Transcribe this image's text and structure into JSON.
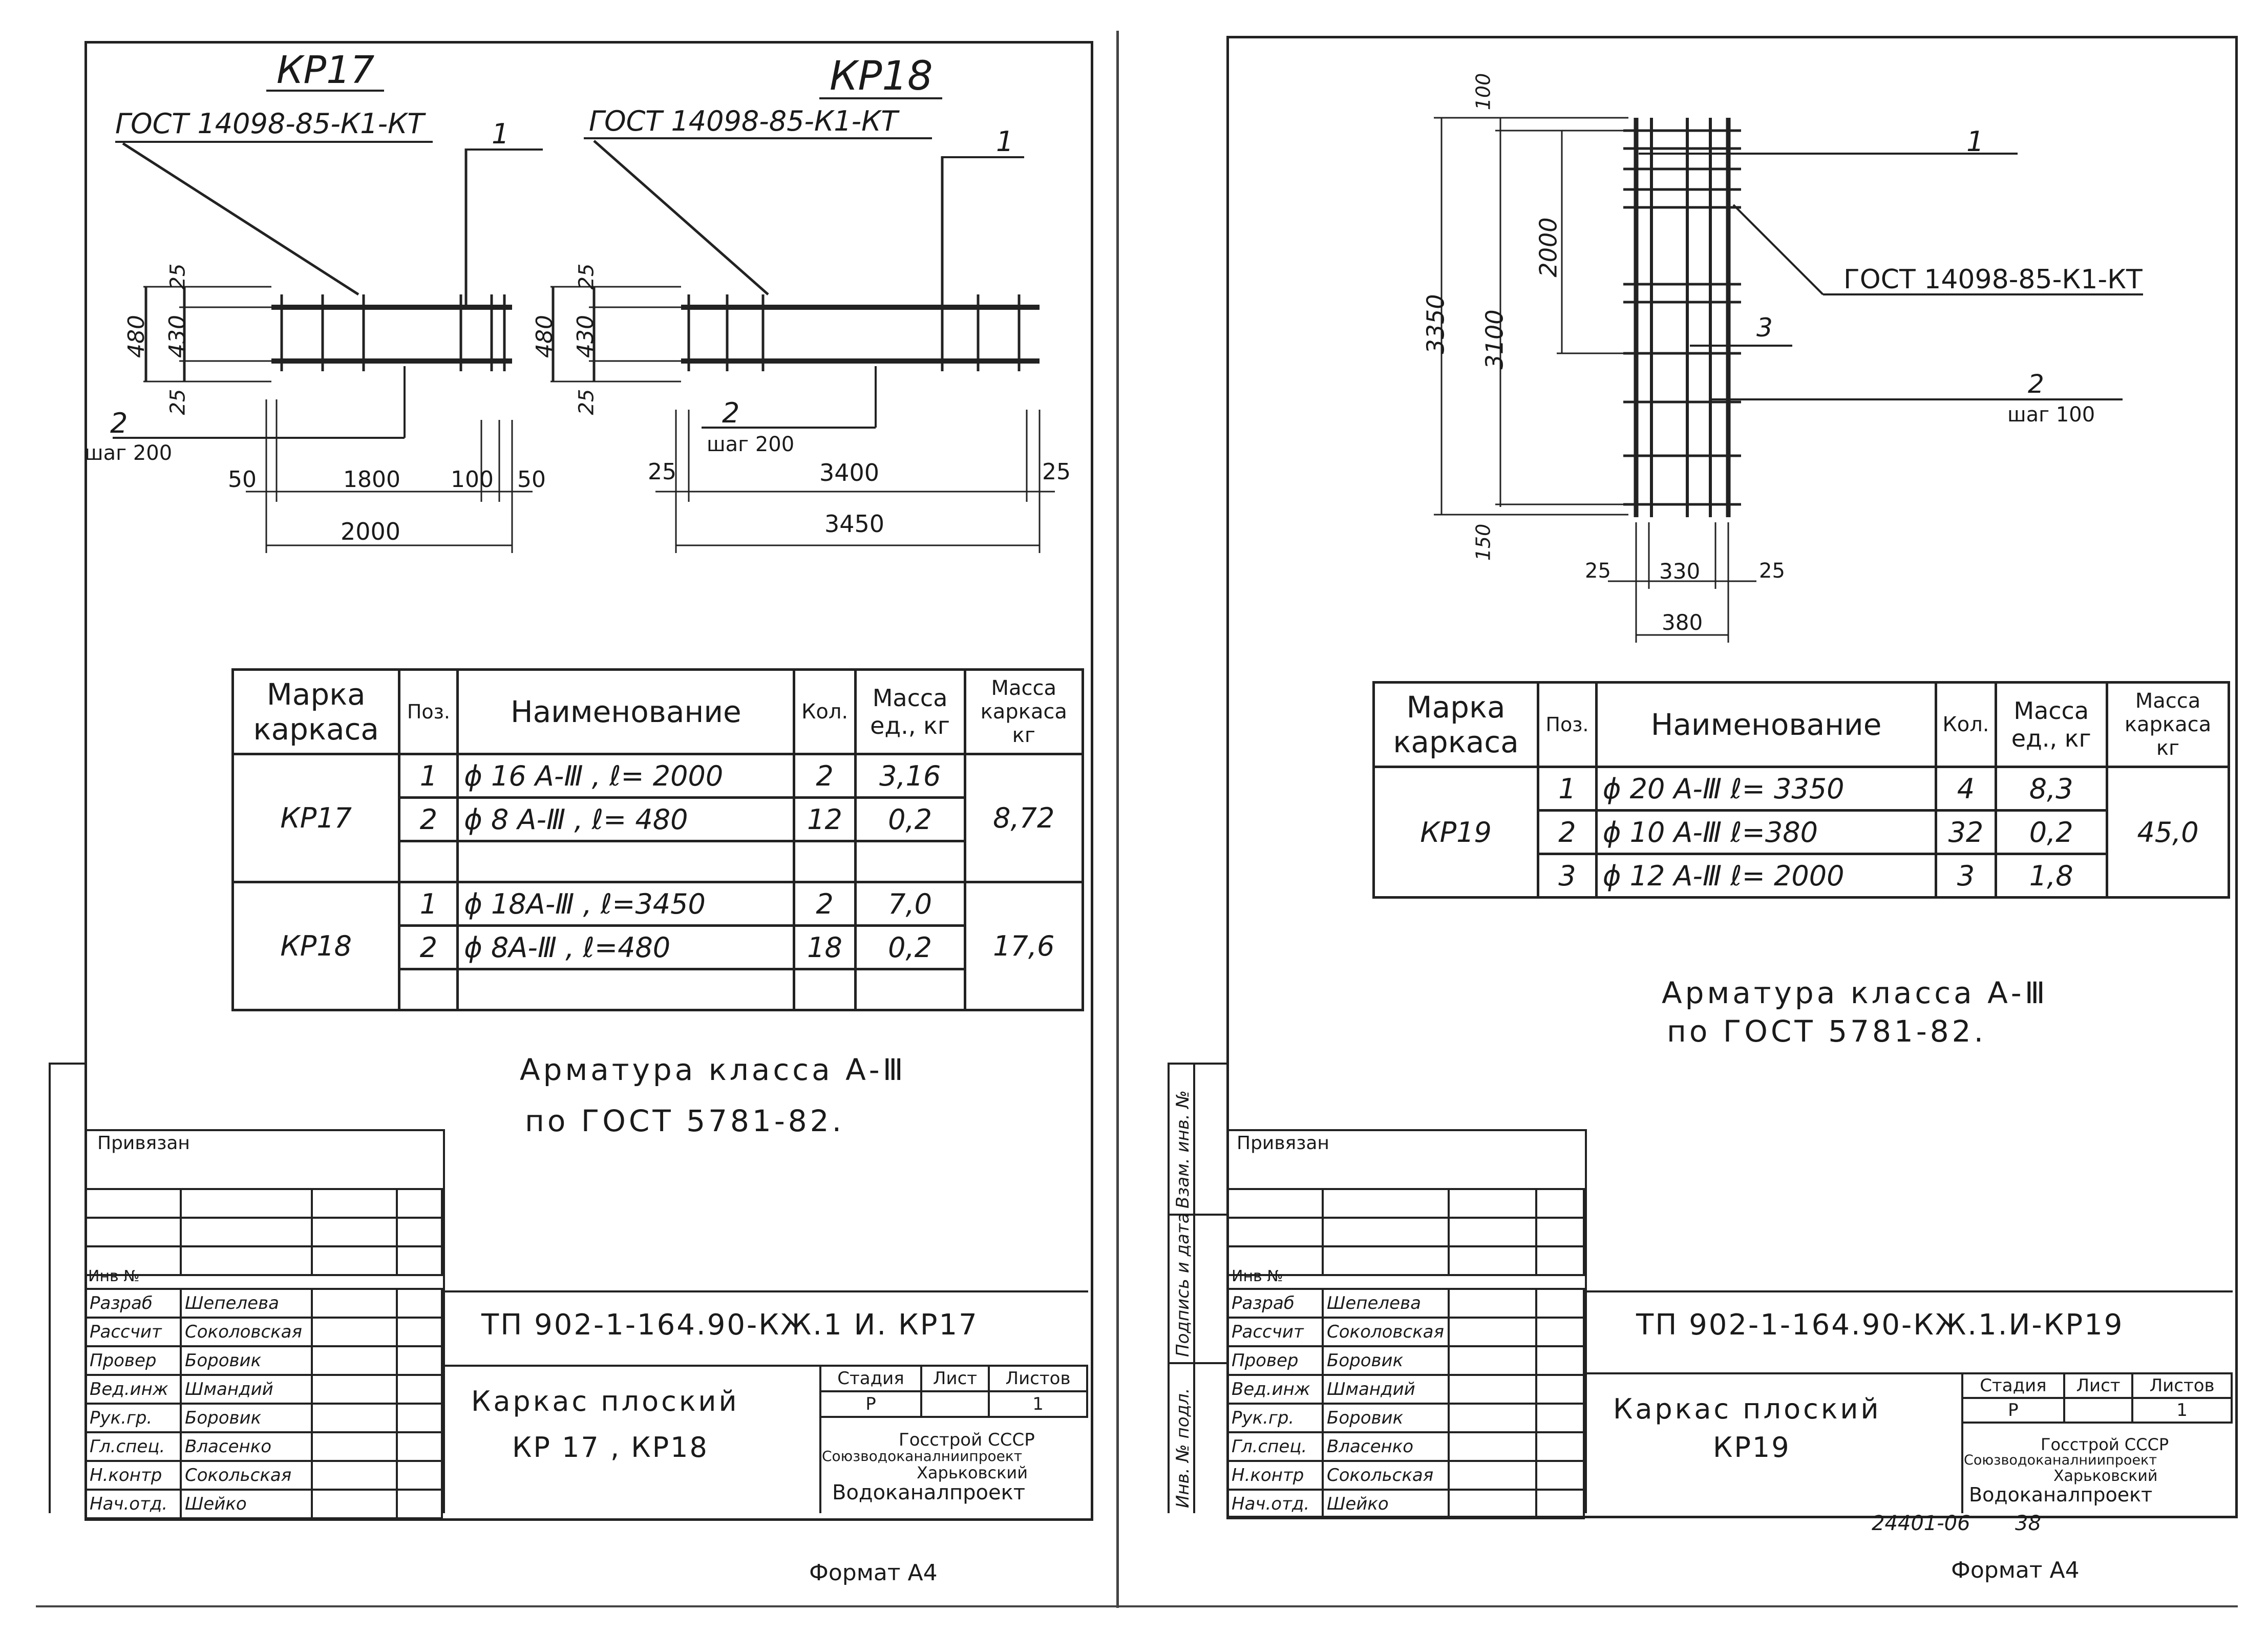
{
  "left": {
    "drawing": {
      "kp17": {
        "title": "КР17",
        "gost": "ГОСТ 14098-85-К1-КТ",
        "pos1": "1",
        "pos2": "2",
        "step": "шаг 200",
        "dims": {
          "h_total": "480",
          "h_inner": "430",
          "h_top": "25",
          "h_bottom": "25",
          "left": "50",
          "mid": "1800",
          "right1": "100",
          "right2": "50",
          "total": "2000"
        }
      },
      "kp18": {
        "title": "КР18",
        "gost": "ГОСТ 14098-85-К1-КТ",
        "pos1": "1",
        "pos2": "2",
        "step": "шаг 200",
        "dims": {
          "h_total": "480",
          "h_inner": "430",
          "h_top": "25",
          "h_bottom": "25",
          "left": "25",
          "mid": "3400",
          "right": "25",
          "total": "3450"
        }
      }
    },
    "spec": {
      "headers": [
        "Марка каркаса",
        "Поз.",
        "Наименование",
        "Кол.",
        "Масса ед., кг",
        "Масса каркаса кг"
      ],
      "groups": [
        {
          "mark": "КР17",
          "mass_total": "8,72",
          "rows": [
            {
              "pos": "1",
              "name": "ϕ 16 А-Ⅲ , ℓ= 2000",
              "qty": "2",
              "mass": "3,16"
            },
            {
              "pos": "2",
              "name": "ϕ 8 А-Ⅲ , ℓ= 480",
              "qty": "12",
              "mass": "0,2"
            },
            {
              "pos": "",
              "name": "",
              "qty": "",
              "mass": ""
            }
          ]
        },
        {
          "mark": "КР18",
          "mass_total": "17,6",
          "rows": [
            {
              "pos": "1",
              "name": "ϕ 18А-Ⅲ , ℓ=3450",
              "qty": "2",
              "mass": "7,0"
            },
            {
              "pos": "2",
              "name": "ϕ 8А-Ⅲ , ℓ=480",
              "qty": "18",
              "mass": "0,2"
            },
            {
              "pos": "",
              "name": "",
              "qty": "",
              "mass": ""
            }
          ]
        }
      ]
    },
    "note_line1": "Арматура класса А-Ⅲ",
    "note_line2": "по ГОСТ 5781-82.",
    "stamp": {
      "bound": "Привязан",
      "inv": "Инв №",
      "signers": [
        {
          "role": "Разраб",
          "name": "Шепелева"
        },
        {
          "role": "Рассчит",
          "name": "Соколовская"
        },
        {
          "role": "Провер",
          "name": "Боровик"
        },
        {
          "role": "Вед.инж",
          "name": "Шмандий"
        },
        {
          "role": "Рук.гр.",
          "name": "Боровик"
        },
        {
          "role": "Гл.спец.",
          "name": "Власенко"
        },
        {
          "role": "Н.контр",
          "name": "Сокольская"
        },
        {
          "role": "Нач.отд.",
          "name": "Шейко"
        }
      ],
      "code": "ТП 902-1-164.90-КЖ.1 И. КР17",
      "title_line1": "Каркас плоский",
      "title_line2": "КР 17 , КР18",
      "stage_head": [
        "Стадия",
        "Лист",
        "Листов"
      ],
      "stage_vals": [
        "Р",
        "",
        "1"
      ],
      "org": [
        "Госстрой СССР",
        "Союзводоканалниипроект",
        "Харьковский",
        "Водоканалпроект"
      ]
    },
    "format": "Формат А4"
  },
  "right": {
    "drawing": {
      "pos1": "1",
      "gost": "ГОСТ 14098-85-К1-КТ",
      "pos3": "3",
      "pos2": "2",
      "step": "шаг 100",
      "dims": {
        "top": "100",
        "upper": "2000",
        "total": "3350",
        "inner": "3100",
        "bottom": "150",
        "w_left": "25",
        "w_mid": "330",
        "w_right": "25",
        "w_total": "380"
      }
    },
    "spec": {
      "headers": [
        "Марка каркаса",
        "Поз.",
        "Наименование",
        "Кол.",
        "Масса ед., кг",
        "Масса каркаса кг"
      ],
      "groups": [
        {
          "mark": "КР19",
          "mass_total": "45,0",
          "rows": [
            {
              "pos": "1",
              "name": "ϕ 20 А-Ⅲ ℓ= 3350",
              "qty": "4",
              "mass": "8,3"
            },
            {
              "pos": "2",
              "name": "ϕ 10 А-Ⅲ ℓ=380",
              "qty": "32",
              "mass": "0,2"
            },
            {
              "pos": "3",
              "name": "ϕ 12 А-Ⅲ ℓ= 2000",
              "qty": "3",
              "mass": "1,8"
            }
          ]
        }
      ]
    },
    "note_line1": "Арматура класса А-Ⅲ",
    "note_line2": "по ГОСТ 5781-82.",
    "side_labels": [
      "Взам. инв. №",
      "Подпись и дата",
      "Инв. № подл."
    ],
    "stamp": {
      "bound": "Привязан",
      "inv": "Инв №",
      "signers": [
        {
          "role": "Разраб",
          "name": "Шепелева"
        },
        {
          "role": "Рассчит",
          "name": "Соколовская"
        },
        {
          "role": "Провер",
          "name": "Боровик"
        },
        {
          "role": "Вед.инж",
          "name": "Шмандий"
        },
        {
          "role": "Рук.гр.",
          "name": "Боровик"
        },
        {
          "role": "Гл.спец.",
          "name": "Власенко"
        },
        {
          "role": "Н.контр",
          "name": "Сокольская"
        },
        {
          "role": "Нач.отд.",
          "name": "Шейко"
        }
      ],
      "code": "ТП 902-1-164.90-КЖ.1.И-КР19",
      "title_line1": "Каркас плоский",
      "title_line2": "КР19",
      "stage_head": [
        "Стадия",
        "Лист",
        "Листов"
      ],
      "stage_vals": [
        "Р",
        "",
        "1"
      ],
      "org": [
        "Госстрой СССР",
        "Союзводоканалниипроект",
        "Харьковский",
        "Водоканалпроект"
      ]
    },
    "archive_no": "24401-06",
    "archive_page": "38",
    "format": "Формат А4"
  }
}
